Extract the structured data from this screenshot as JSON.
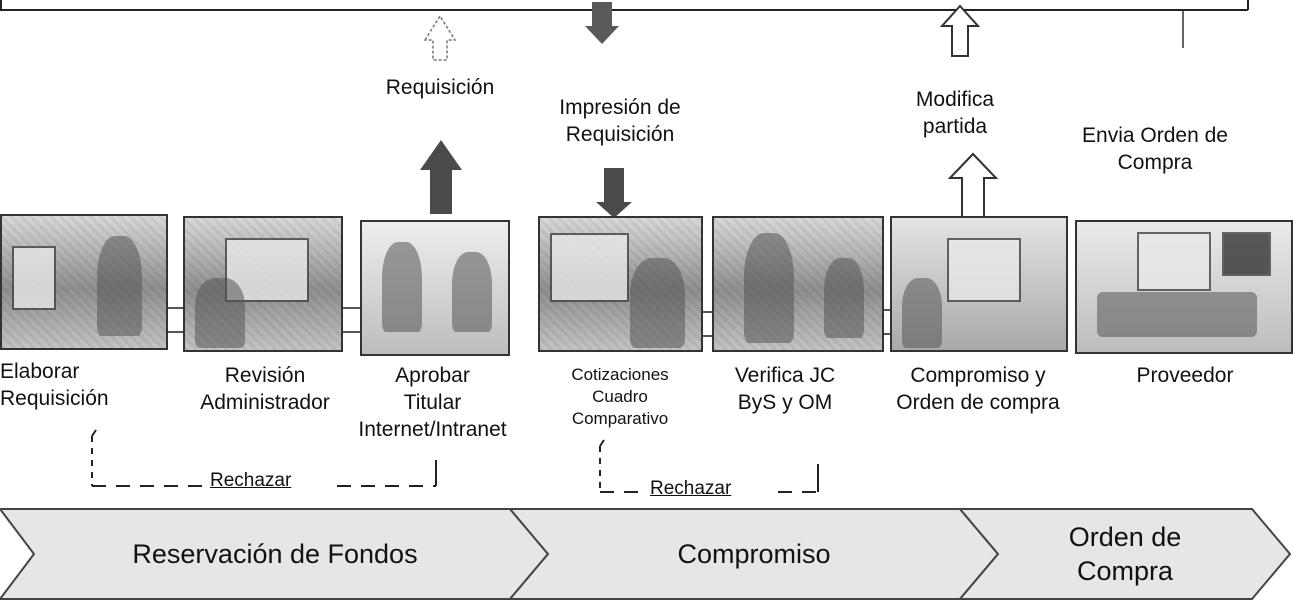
{
  "top_labels": {
    "requisicion": "Requisición",
    "impresion_line1": "Impresión de",
    "impresion_line2": "Requisición",
    "modifica_line1": "Modifica",
    "modifica_line2": "partida",
    "envia_line1": "Envia Orden de",
    "envia_line2": "Compra"
  },
  "steps": [
    {
      "line1": "Elaborar",
      "line2": "Requisición",
      "line3": ""
    },
    {
      "line1": "Revisión",
      "line2": "Administrador",
      "line3": ""
    },
    {
      "line1": "Aprobar",
      "line2": "Titular",
      "line3": "Internet/Intranet"
    },
    {
      "line1": "Cotizaciones",
      "line2": "Cuadro",
      "line3": "Comparativo"
    },
    {
      "line1": "Verifica JC",
      "line2": "ByS y OM",
      "line3": ""
    },
    {
      "line1": "Compromiso y",
      "line2": "Orden de compra",
      "line3": ""
    },
    {
      "line1": "Proveedor",
      "line2": "",
      "line3": ""
    }
  ],
  "reject_labels": [
    "Rechazar",
    "Rechazar"
  ],
  "phases": [
    {
      "line1": "Reservación de Fondos",
      "line2": ""
    },
    {
      "line1": "Compromiso",
      "line2": ""
    },
    {
      "line1": "Orden de",
      "line2": "Compra"
    }
  ],
  "colors": {
    "arrow_fill": "#ffffff",
    "arrow_stroke": "#555555",
    "dark_arrow": "#4a4a4a",
    "phase_fill": "#e6e6e6",
    "line": "#333333"
  },
  "icons": {
    "photo": "office-photo",
    "flow_arrow": "right-arrow",
    "up_arrow": "up-arrow",
    "down_arrow": "down-arrow"
  }
}
